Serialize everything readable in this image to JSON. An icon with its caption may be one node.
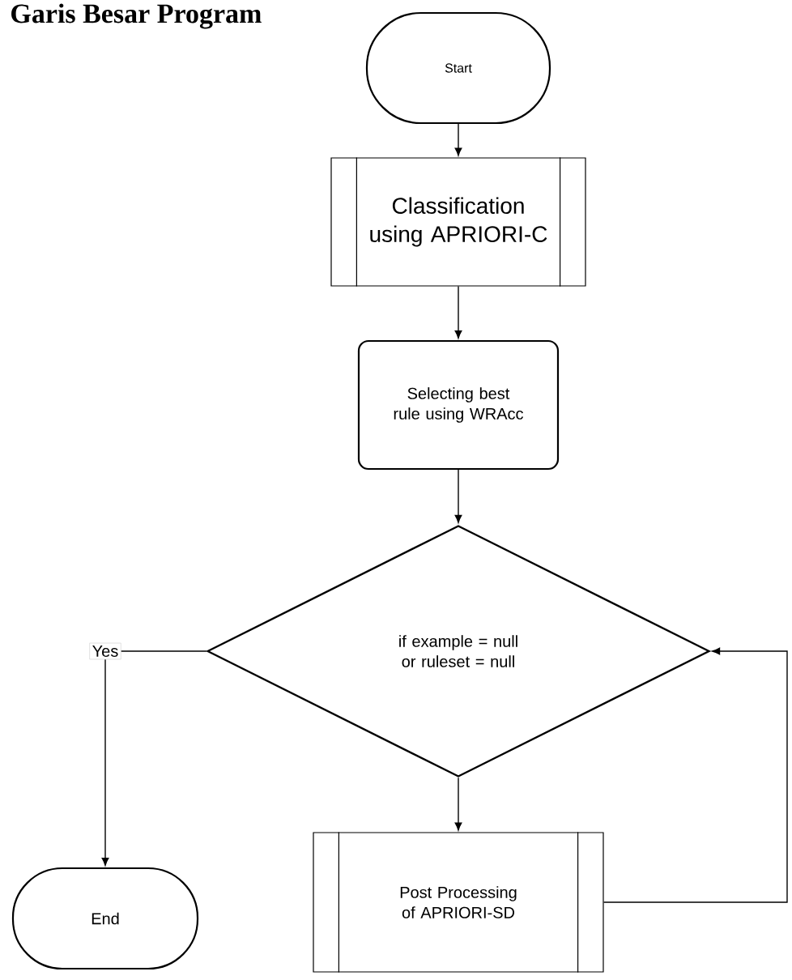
{
  "diagram": {
    "title": "Garis Besar Program",
    "nodes": [
      {
        "text": [
          "Start"
        ]
      },
      {
        "text": [
          "Classification using APRIORI-C"
        ]
      },
      {
        "text": [
          "Selecting best rule using WRAcc"
        ]
      },
      {
        "text": [
          "if example = null or ruleset = null"
        ]
      },
      {
        "text": [
          "End"
        ]
      },
      {
        "text": [
          "Post Processing of APRIORI-SD"
        ]
      }
    ],
    "edges": [
      {
        "from": 0,
        "to": 1,
        "arrow": "to"
      },
      {
        "from": 1,
        "to": 2,
        "arrow": "to"
      },
      {
        "from": 2,
        "to": 3,
        "arrow": "to"
      },
      {
        "from": 3,
        "to": 4,
        "arrow": "to",
        "label": "Yes"
      },
      {
        "from": 3,
        "to": 5,
        "arrow": "to"
      },
      {
        "from": 5,
        "to": 3,
        "arrow": "to"
      }
    ]
  }
}
